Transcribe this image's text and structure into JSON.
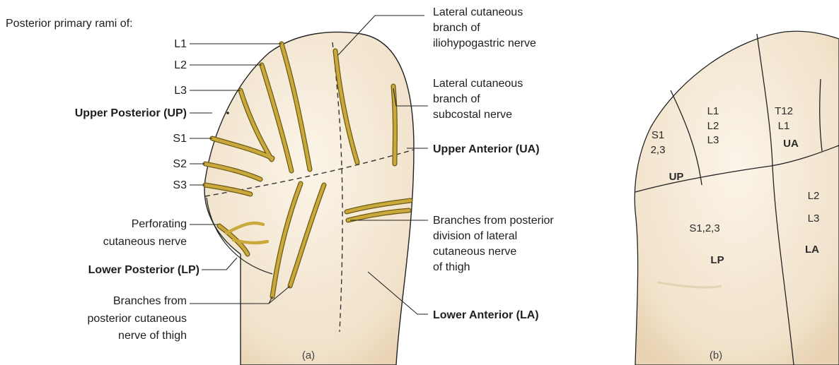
{
  "panel_a": {
    "caption": "(a)",
    "left_labels": {
      "header": "Posterior primary rami of:",
      "l1": "L1",
      "l2": "L2",
      "l3": "L3",
      "up": "Upper Posterior (UP)",
      "s1": "S1",
      "s2": "S2",
      "s3": "S3",
      "perforating": [
        "Perforating",
        "cutaneous nerve"
      ],
      "lp": "Lower Posterior (LP)",
      "branches_post": [
        "Branches from",
        "posterior cutaneous",
        "nerve of thigh"
      ]
    },
    "right_labels": {
      "iliohypo": [
        "Lateral cutaneous",
        "branch of",
        "iliohypogastric nerve"
      ],
      "subcostal": [
        "Lateral cutaneous",
        "branch of",
        "subcostal nerve"
      ],
      "ua": "Upper Anterior (UA)",
      "branches_lat": [
        "Branches from posterior",
        "division of lateral",
        "cutaneous nerve",
        "of thigh"
      ],
      "la": "Lower Anterior (LA)"
    }
  },
  "panel_b": {
    "caption": "(b)",
    "zones": {
      "up_roots": [
        "S1",
        "2,3"
      ],
      "up_name": "UP",
      "mid_roots": [
        "L1",
        "L2",
        "L3"
      ],
      "ua_roots": [
        "T12",
        "L1"
      ],
      "ua_name": "UA",
      "lp_roots": "S1,2,3",
      "lp_name": "LP",
      "la_roots": [
        "L2",
        "L3"
      ],
      "la_name": "LA"
    }
  },
  "colors": {
    "skin": "#f5ead8",
    "skin_shade": "#ead7bb",
    "nerve": "#c9a93c",
    "nerve_dark": "#6d5a14"
  }
}
